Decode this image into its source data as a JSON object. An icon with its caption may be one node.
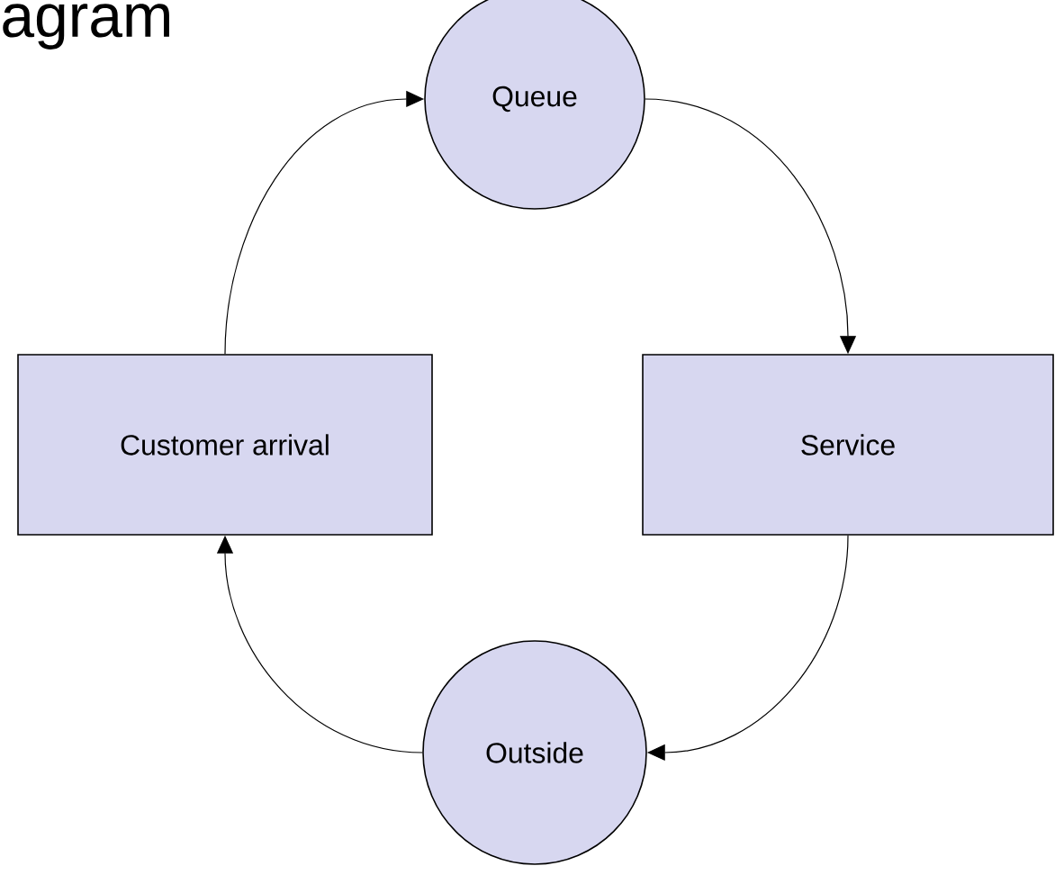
{
  "diagram": {
    "title": "agram",
    "nodes": [
      {
        "text": [
          "Queue"
        ]
      },
      {
        "text": [
          "Customer arrival"
        ]
      },
      {
        "text": [
          "Service"
        ]
      },
      {
        "text": [
          "Outside"
        ]
      }
    ],
    "edges": [
      {
        "from": 1,
        "to": 0,
        "arrow": "to"
      },
      {
        "from": 0,
        "to": 2,
        "arrow": "to"
      },
      {
        "from": 2,
        "to": 3,
        "arrow": "to"
      },
      {
        "from": 3,
        "to": 1,
        "arrow": "to"
      }
    ]
  }
}
